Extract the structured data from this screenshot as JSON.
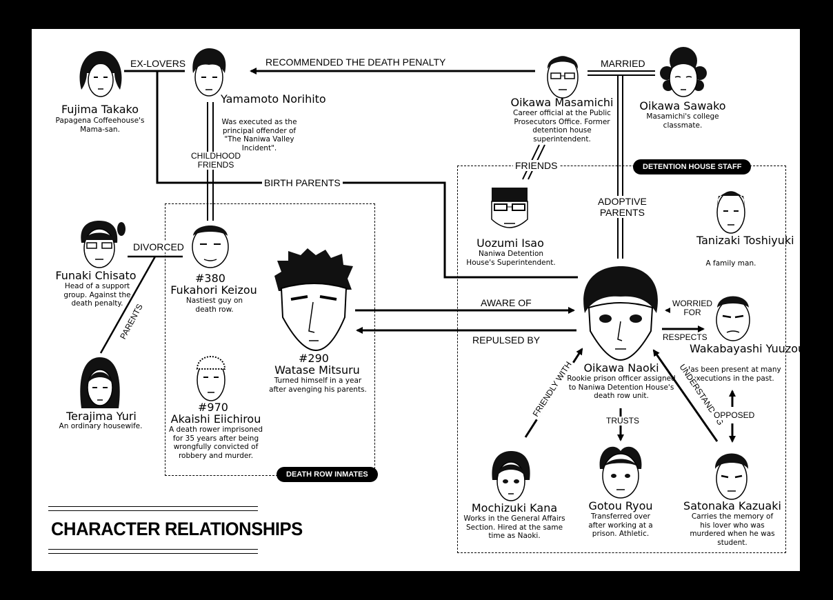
{
  "title": "CHARACTER RELATIONSHIPS",
  "groups": {
    "detention_staff": "DETENTION HOUSE STAFF",
    "death_row": "DEATH ROW INMATES"
  },
  "characters": {
    "fujima": {
      "name": "Fujima Takako",
      "desc": "Papagena Coffeehouse's Mama-san."
    },
    "yamamoto": {
      "name": "Yamamoto Norihito",
      "desc": "Was executed as the principal offender of \"The Naniwa Valley Incident\"."
    },
    "masamichi": {
      "name": "Oikawa Masamichi",
      "desc": "Career official at the Public Prosecutors Office. Former detention house superintendent."
    },
    "sawako": {
      "name": "Oikawa Sawako",
      "desc": "Masamichi's college classmate."
    },
    "uozumi": {
      "name": "Uozumi Isao",
      "desc": "Naniwa Detention House's Superintendent."
    },
    "tanizaki": {
      "name": "Tanizaki Toshiyuki",
      "desc": "A family man."
    },
    "funaki": {
      "name": "Funaki Chisato",
      "desc": "Head of a support group. Against the death penalty."
    },
    "fukahori": {
      "number": "#380",
      "name": "Fukahori Keizou",
      "desc": "Nastiest guy on death row."
    },
    "watase": {
      "number": "#290",
      "name": "Watase Mitsuru",
      "desc": "Turned himself in a year after avenging his parents."
    },
    "akaishi": {
      "number": "#970",
      "name": "Akaishi Eiichirou",
      "desc": "A death rower imprisoned for 35 years after being wrongfully convicted of robbery and murder."
    },
    "terajima": {
      "name": "Terajima Yuri",
      "desc": "An ordinary housewife."
    },
    "naoki": {
      "name": "Oikawa Naoki",
      "desc": "Rookie prison officer assigned to Naniwa Detention House's death row unit."
    },
    "wakabayashi": {
      "name": "Wakabayashi Yuuzou",
      "desc": "Has been present at many executions in the past."
    },
    "mochizuki": {
      "name": "Mochizuki Kana",
      "desc": "Works in the General Affairs Section. Hired at the same time as Naoki."
    },
    "gotou": {
      "name": "Gotou Ryou",
      "desc": "Transferred over after working at a prison. Athletic."
    },
    "satonaka": {
      "name": "Satonaka Kazuaki",
      "desc": "Carries the memory of his lover who was murdered when he was student."
    }
  },
  "relations": {
    "ex_lovers": "EX-LOVERS",
    "recommended": "RECOMMENDED THE DEATH PENALTY",
    "married": "MARRIED",
    "childhood_l1": "CHILDHOOD",
    "childhood_l2": "FRIENDS",
    "friends": "FRIENDS",
    "birth_parents": "BIRTH PARENTS",
    "adoptive_l1": "ADOPTIVE",
    "adoptive_l2": "PARENTS",
    "divorced": "DIVORCED",
    "parents": "PARENTS",
    "aware_of": "AWARE OF",
    "repulsed_by": "REPULSED BY",
    "worried_l1": "WORRIED",
    "worried_l2": "FOR",
    "respects": "RESPECTS",
    "friendly_with": "FRIENDLY WITH",
    "trusts": "TRUSTS",
    "understanding": "UNDERSTANDING",
    "opposed": "OPPOSED"
  }
}
